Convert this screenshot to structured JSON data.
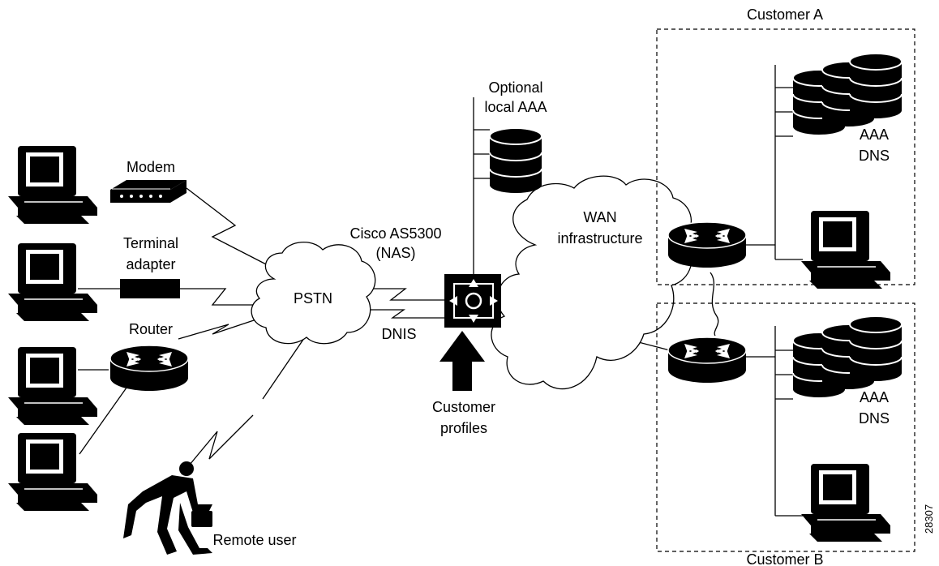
{
  "labels": {
    "customer_a": "Customer A",
    "customer_b": "Customer B",
    "optional_aaa_line1": "Optional",
    "optional_aaa_line2": "local AAA",
    "aaa_a": "AAA",
    "dns_a": "DNS",
    "aaa_b": "AAA",
    "dns_b": "DNS",
    "modem": "Modem",
    "terminal_adapter_line1": "Terminal",
    "terminal_adapter_line2": "adapter",
    "router": "Router",
    "pstn": "PSTN",
    "nas_line1": "Cisco AS5300",
    "nas_line2": "(NAS)",
    "dnis": "DNIS",
    "wan_line1": "WAN",
    "wan_line2": "infrastructure",
    "customer_profiles_line1": "Customer",
    "customer_profiles_line2": "profiles",
    "remote_user": "Remote user",
    "figure_id": "28307"
  }
}
